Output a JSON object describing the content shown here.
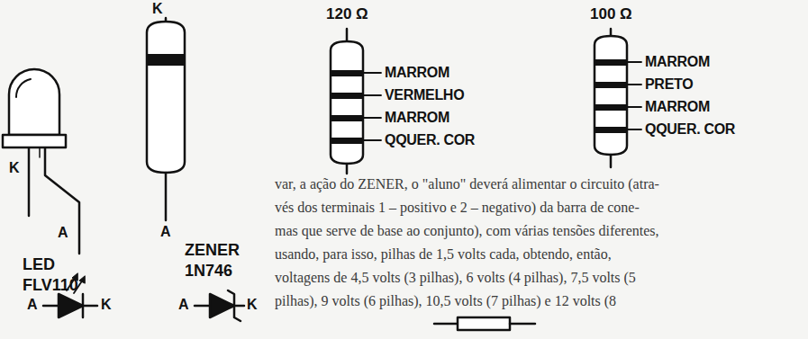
{
  "diagram": {
    "labels": [
      "K",
      "A",
      "LED",
      "FLV110",
      "A",
      "K",
      "K",
      "A",
      "ZENER",
      "1N746",
      "A",
      "K",
      "120 Ω",
      "MARROM",
      "VERMELHO",
      "MARROM",
      "QQUER. COR",
      "100 Ω",
      "MARROM",
      "PRETO",
      "MARROM",
      "QQUER. COR",
      "var, a ação do ZENER, o \"aluno\" deverá alimentar o circuito (atra-",
      "vés dos terminais 1 – positivo e 2 – negativo) da barra de cone-",
      "mas que serve de base ao conjunto), com várias tensões diferentes,",
      "usando, para isso, pilhas de 1,5 volts cada, obtendo, então,",
      "voltagens de 4,5 volts (3 pilhas), 6 volts (4 pilhas), 7,5 volts (5",
      "pilhas), 9 volts (6 pilhas), 10,5 volts (7 pilhas) e 12 volts (8"
    ]
  }
}
